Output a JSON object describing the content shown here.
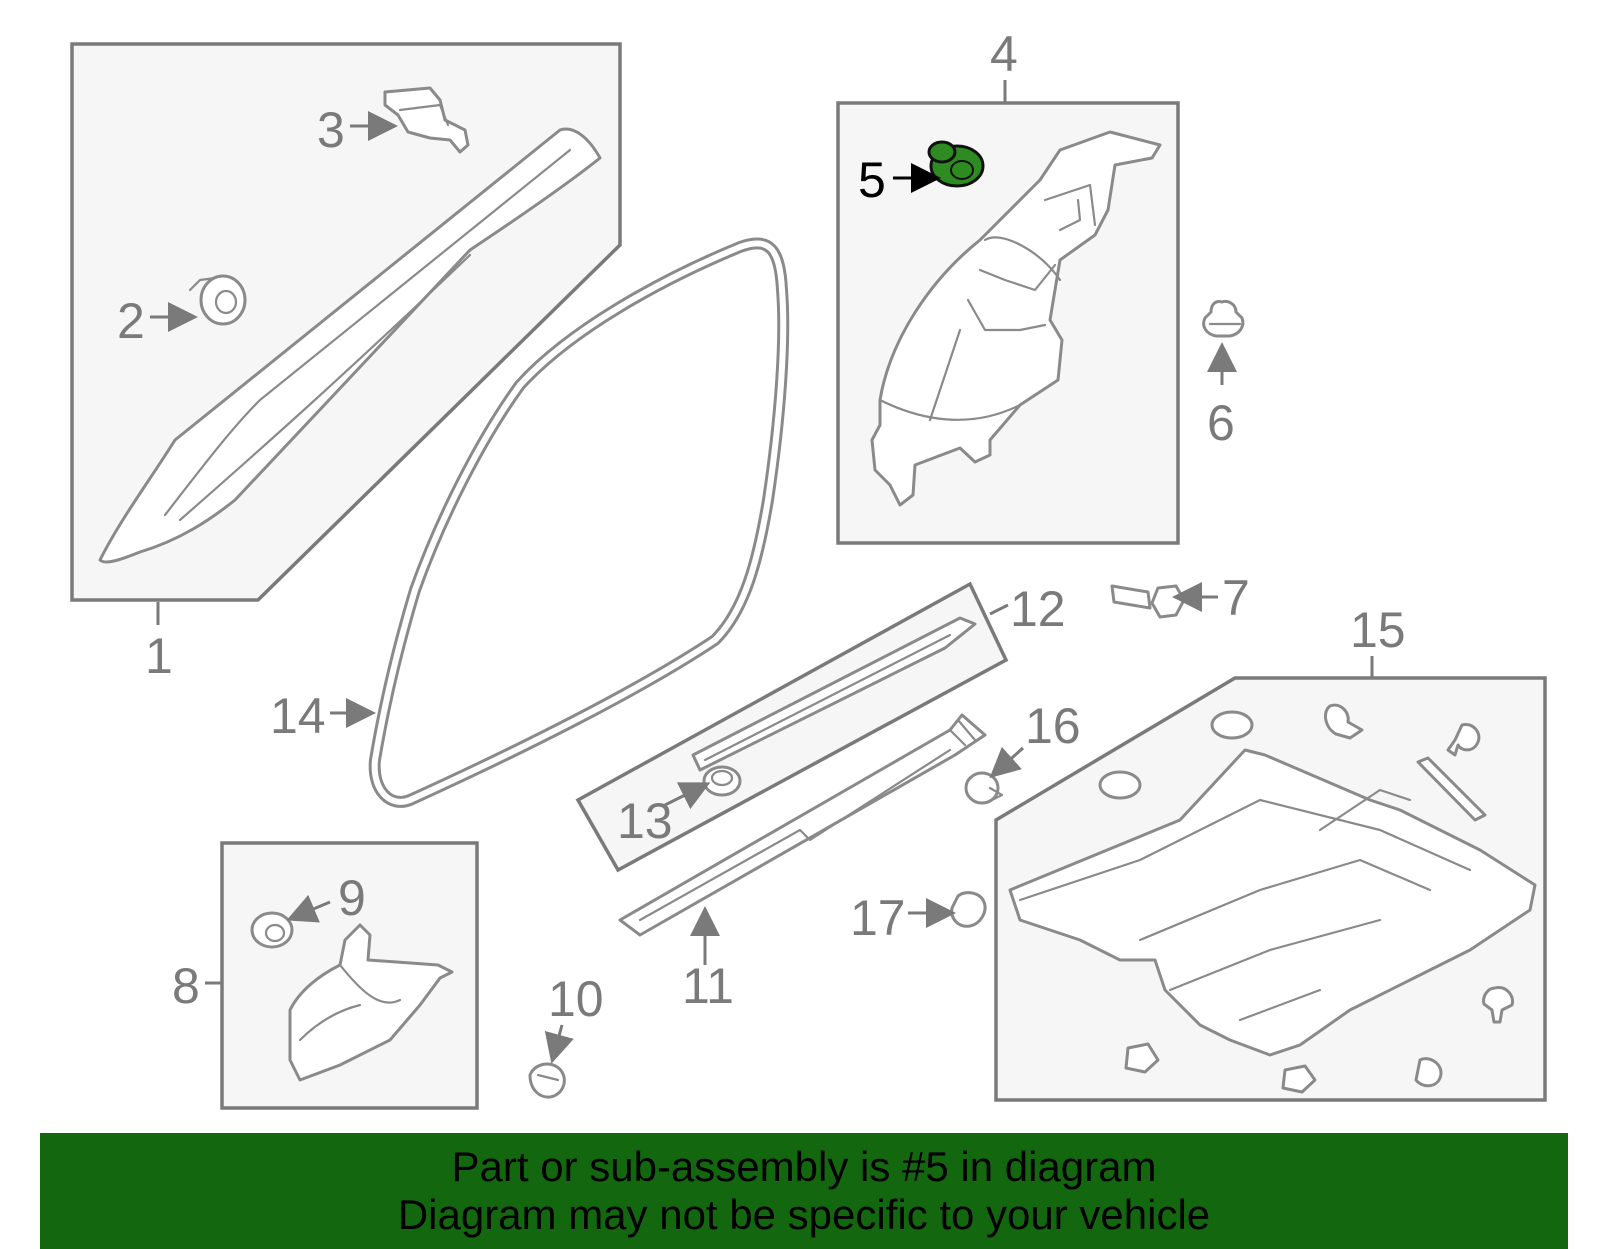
{
  "diagram": {
    "highlighted_part": "5",
    "highlight_color": "#2e8b22",
    "banner_color": "#13670f",
    "callouts": {
      "c1": "1",
      "c2": "2",
      "c3": "3",
      "c4": "4",
      "c5": "5",
      "c6": "6",
      "c7": "7",
      "c8": "8",
      "c9": "9",
      "c10": "10",
      "c11": "11",
      "c12": "12",
      "c13": "13",
      "c14": "14",
      "c15": "15",
      "c16": "16",
      "c17": "17"
    }
  },
  "banner": {
    "line1": "Part or sub-assembly is #5 in diagram",
    "line2": "Diagram may not be specific to your vehicle"
  }
}
